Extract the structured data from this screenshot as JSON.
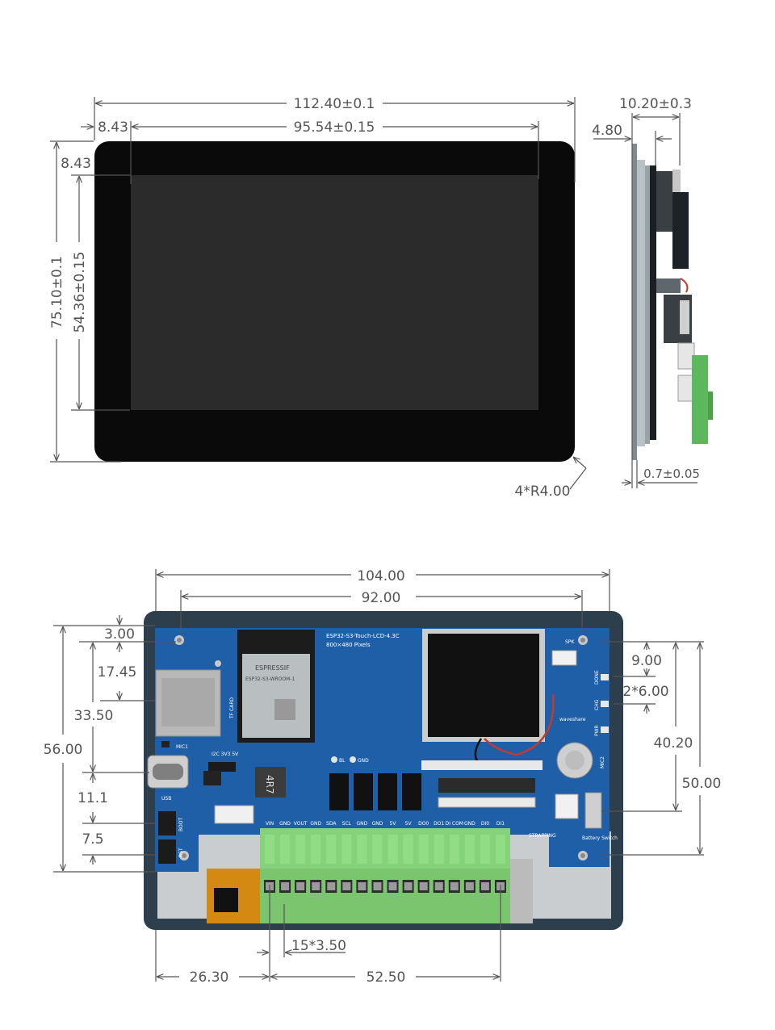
{
  "front_view": {
    "overall_width": "112.40±0.1",
    "border_offset_x": "8.43",
    "active_width": "95.54±0.15",
    "border_offset_y": "8.43",
    "overall_height": "75.10±0.1",
    "active_height": "54.36±0.15",
    "corner_radius": "4*R4.00"
  },
  "side_view": {
    "total_thickness": "10.20±0.3",
    "panel_thickness": "4.80",
    "glass_step": "0.7±0.05"
  },
  "back_view": {
    "dims": {
      "outer_width": "104.00",
      "hole_spacing_x": "92.00",
      "hole_offset_top": "3.00",
      "tf_card_offset": "17.45",
      "usb_offset": "33.50",
      "left_height": "56.00",
      "usb_to_boot": "11.1",
      "boot_to_reset": "7.5",
      "speaker_offset": "9.00",
      "led_pitch": "2*6.00",
      "right_hole_span": "40.20",
      "right_height": "50.00",
      "terminal_pitch": "15*3.50",
      "terminal_offset": "26.30",
      "terminal_span": "52.50"
    },
    "board": {
      "product_name": "ESP32-S3-Touch-LCD-4.3C",
      "resolution": "800×480 Pixels",
      "module_brand": "ESPRESSIF",
      "module_name": "ESP32-S3-WROOM-1",
      "tf_card": "TF CARD",
      "mic1": "MIC1",
      "usb": "USB",
      "boot": "BOOT",
      "rst": "RST",
      "inductor": "4R7",
      "bl": "BL",
      "gnd": "GND",
      "io_header": "I2C 3V3 5V",
      "spk": "SPK",
      "done": "DONE",
      "chg": "CHG",
      "pwr": "PWR",
      "mic2": "MIC2",
      "brand": "waveshare",
      "strapping": "STRAPPING",
      "battery_switch": "Battery Switch",
      "pins": [
        "VIN",
        "GND",
        "VOUT",
        "GND",
        "SDA",
        "SCL",
        "GND",
        "GND",
        "5V",
        "5V",
        "DO0",
        "DO1",
        "DI COM",
        "GND",
        "DI0",
        "DI1"
      ]
    }
  },
  "colors": {
    "pcb_blue": "#1f5fa8",
    "lcd_black": "#0a0a0a",
    "terminal_green": "#86d27a",
    "frame_dark": "#2d3e4c",
    "dim_line": "#555555"
  }
}
